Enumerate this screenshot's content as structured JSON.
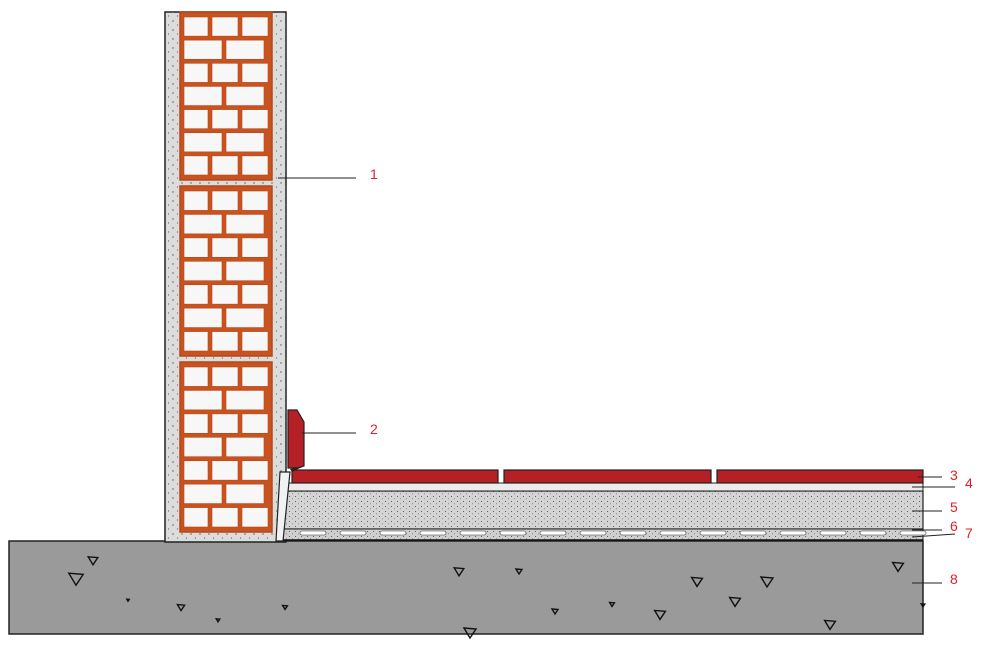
{
  "colors": {
    "brick": "#c8531f",
    "brick_outline": "#b5471a",
    "mortar": "#e6e6e6",
    "render": "#d9d9d9",
    "concrete": "#9a9a9a",
    "screed": "#d6d6d6",
    "tile": "#b52025",
    "label_text": "#e0202a",
    "leader_line": "#222222"
  },
  "labels": [
    {
      "id": "1",
      "text": "1"
    },
    {
      "id": "2",
      "text": "2"
    },
    {
      "id": "3",
      "text": "3"
    },
    {
      "id": "4",
      "text": "4"
    },
    {
      "id": "5",
      "text": "5"
    },
    {
      "id": "6",
      "text": "6"
    },
    {
      "id": "7",
      "text": "7"
    },
    {
      "id": "8",
      "text": "8"
    }
  ]
}
